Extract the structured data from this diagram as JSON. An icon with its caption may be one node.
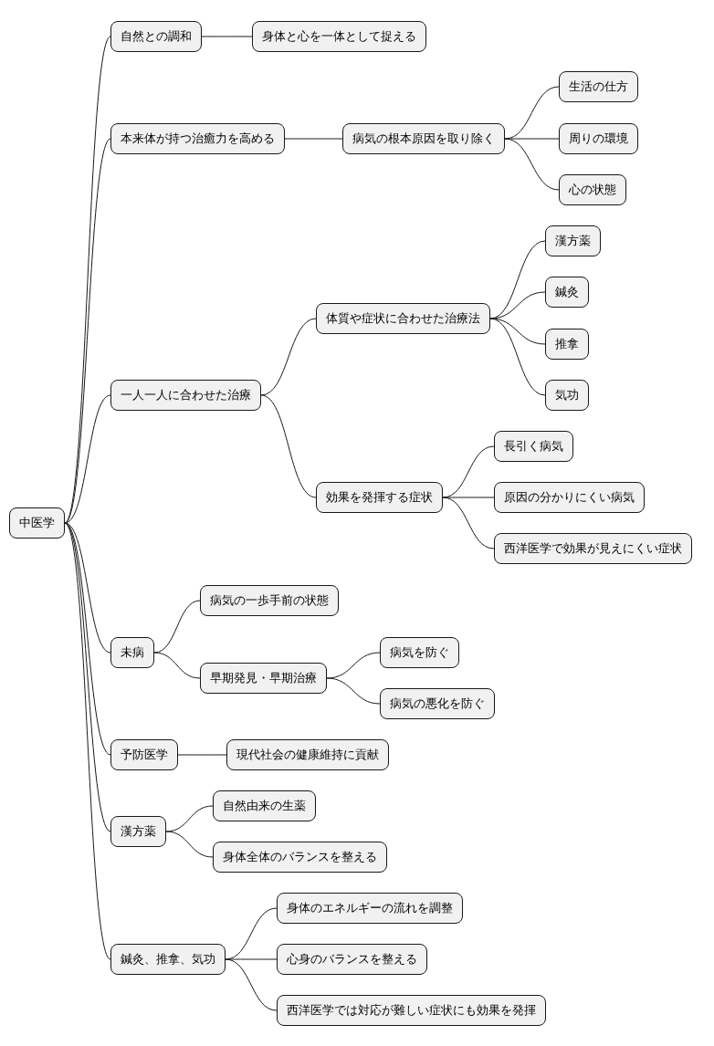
{
  "diagram": {
    "nodes": [
      {
        "text": [
          "中医学"
        ]
      },
      {
        "text": [
          "自然との調和"
        ]
      },
      {
        "text": [
          "身体と心を一体として捉える"
        ]
      },
      {
        "text": [
          "本来体が持つ治癒力を高める"
        ]
      },
      {
        "text": [
          "病気の根本原因を取り除く"
        ]
      },
      {
        "text": [
          "生活の仕方"
        ]
      },
      {
        "text": [
          "周りの環境"
        ]
      },
      {
        "text": [
          "心の状態"
        ]
      },
      {
        "text": [
          "一人一人に合わせた治療"
        ]
      },
      {
        "text": [
          "体質や症状に合わせた治療法"
        ]
      },
      {
        "text": [
          "漢方薬"
        ]
      },
      {
        "text": [
          "鍼灸"
        ]
      },
      {
        "text": [
          "推拿"
        ]
      },
      {
        "text": [
          "気功"
        ]
      },
      {
        "text": [
          "効果を発揮する症状"
        ]
      },
      {
        "text": [
          "長引く病気"
        ]
      },
      {
        "text": [
          "原因の分かりにくい病気"
        ]
      },
      {
        "text": [
          "西洋医学で効果が見えにくい症状"
        ]
      },
      {
        "text": [
          "未病"
        ]
      },
      {
        "text": [
          "病気の一歩手前の状態"
        ]
      },
      {
        "text": [
          "早期発見・早期治療"
        ]
      },
      {
        "text": [
          "病気を防ぐ"
        ]
      },
      {
        "text": [
          "病気の悪化を防ぐ"
        ]
      },
      {
        "text": [
          "予防医学"
        ]
      },
      {
        "text": [
          "現代社会の健康維持に貢献"
        ]
      },
      {
        "text": [
          "漢方薬"
        ]
      },
      {
        "text": [
          "自然由来の生薬"
        ]
      },
      {
        "text": [
          "身体全体のバランスを整える"
        ]
      },
      {
        "text": [
          "鍼灸、推拿、気功"
        ]
      },
      {
        "text": [
          "身体のエネルギーの流れを調整"
        ]
      },
      {
        "text": [
          "心身のバランスを整える"
        ]
      },
      {
        "text": [
          "西洋医学では対応が難しい症状にも効果を発揮"
        ]
      }
    ],
    "edges": [
      {
        "from": 0,
        "to": 1,
        "arrow": "none"
      },
      {
        "from": 1,
        "to": 2,
        "arrow": "none"
      },
      {
        "from": 0,
        "to": 3,
        "arrow": "none"
      },
      {
        "from": 3,
        "to": 4,
        "arrow": "none"
      },
      {
        "from": 4,
        "to": 5,
        "arrow": "none"
      },
      {
        "from": 4,
        "to": 6,
        "arrow": "none"
      },
      {
        "from": 4,
        "to": 7,
        "arrow": "none"
      },
      {
        "from": 0,
        "to": 8,
        "arrow": "none"
      },
      {
        "from": 8,
        "to": 9,
        "arrow": "none"
      },
      {
        "from": 9,
        "to": 10,
        "arrow": "none"
      },
      {
        "from": 9,
        "to": 11,
        "arrow": "none"
      },
      {
        "from": 9,
        "to": 12,
        "arrow": "none"
      },
      {
        "from": 9,
        "to": 13,
        "arrow": "none"
      },
      {
        "from": 8,
        "to": 14,
        "arrow": "none"
      },
      {
        "from": 14,
        "to": 15,
        "arrow": "none"
      },
      {
        "from": 14,
        "to": 16,
        "arrow": "none"
      },
      {
        "from": 14,
        "to": 17,
        "arrow": "none"
      },
      {
        "from": 0,
        "to": 18,
        "arrow": "none"
      },
      {
        "from": 18,
        "to": 19,
        "arrow": "none"
      },
      {
        "from": 18,
        "to": 20,
        "arrow": "none"
      },
      {
        "from": 20,
        "to": 21,
        "arrow": "none"
      },
      {
        "from": 20,
        "to": 22,
        "arrow": "none"
      },
      {
        "from": 0,
        "to": 23,
        "arrow": "none"
      },
      {
        "from": 23,
        "to": 24,
        "arrow": "none"
      },
      {
        "from": 0,
        "to": 25,
        "arrow": "none"
      },
      {
        "from": 25,
        "to": 26,
        "arrow": "none"
      },
      {
        "from": 25,
        "to": 27,
        "arrow": "none"
      },
      {
        "from": 0,
        "to": 28,
        "arrow": "none"
      },
      {
        "from": 28,
        "to": 29,
        "arrow": "none"
      },
      {
        "from": 28,
        "to": 30,
        "arrow": "none"
      },
      {
        "from": 28,
        "to": 31,
        "arrow": "none"
      }
    ]
  }
}
